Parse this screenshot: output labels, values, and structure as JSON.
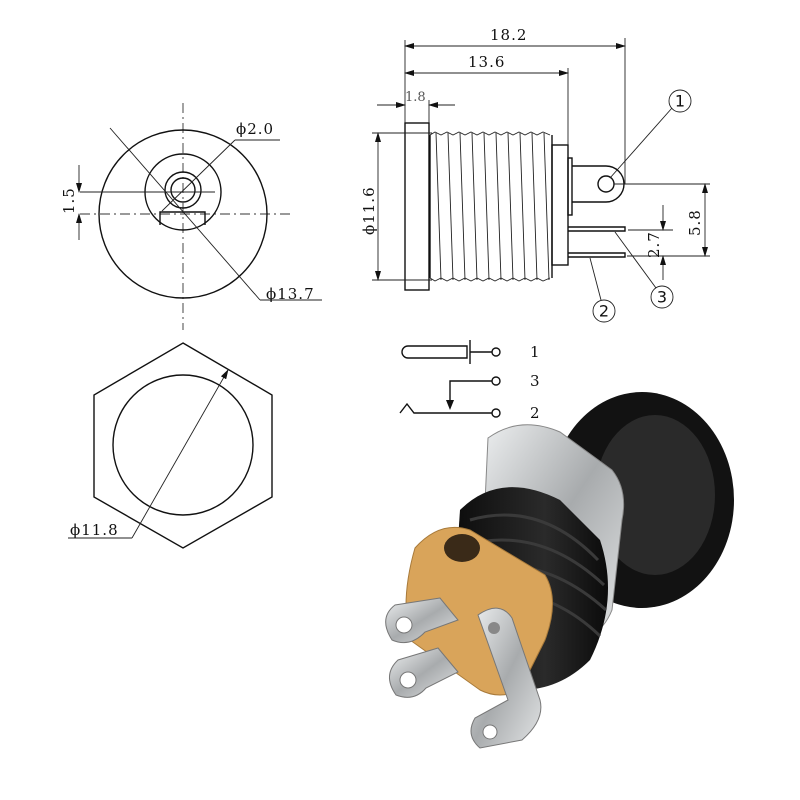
{
  "front_view": {
    "dia_pin": "ϕ2.0",
    "dia_outer": "ϕ13.7",
    "offset": "1.5"
  },
  "hex_view": {
    "dia_thread": "ϕ11.8"
  },
  "side_view": {
    "length_total": "18.2",
    "length_body": "13.6",
    "flange_thickness": "1.8",
    "dia_body": "ϕ11.6",
    "pin_height": "5.8",
    "pin_spacing": "2.7",
    "callouts": [
      "1",
      "2",
      "3"
    ]
  },
  "schematic": {
    "pins": [
      "1",
      "3",
      "2"
    ]
  },
  "colors": {
    "black_plastic": "#141414",
    "nickel": "#c9cbcc",
    "insulator": "#d9a45a"
  }
}
